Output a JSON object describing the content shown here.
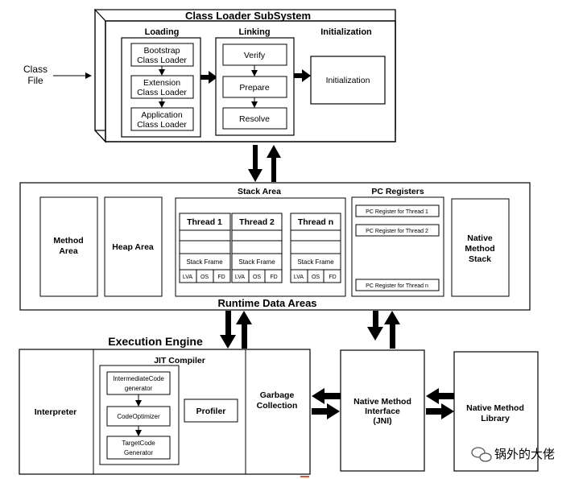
{
  "class_loader": {
    "title": "Class Loader SubSystem",
    "loading": "Loading",
    "linking": "Linking",
    "initialization_header": "Initialization",
    "bootstrap": [
      "Bootstrap",
      "Class Loader"
    ],
    "extension": [
      "Extension",
      "Class Loader"
    ],
    "application": [
      "Application",
      "Class Loader"
    ],
    "verify": "Verify",
    "prepare": "Prepare",
    "resolve": "Resolve",
    "initialization_box": "Initialization"
  },
  "class_file": [
    "Class",
    "File"
  ],
  "runtime": {
    "title": "Runtime Data Areas",
    "method_area": [
      "Method",
      "Area"
    ],
    "heap_area": "Heap Area",
    "stack_area": "Stack Area",
    "threads": [
      "Thread 1",
      "Thread 2",
      "Thread n"
    ],
    "stack_frame": "Stack Frame",
    "frame_parts": [
      "LVA",
      "OS",
      "FD"
    ],
    "pc_registers": "PC Registers",
    "pc_entries": [
      "PC Register for Thread 1",
      "PC Register for Thread 2",
      "PC Register for Thread n"
    ],
    "native_method_stack": [
      "Native",
      "Method",
      "Stack"
    ]
  },
  "execution": {
    "title": "Execution Engine",
    "interpreter": "Interpreter",
    "jit_compiler": "JIT Compiler",
    "intermediate": [
      "IntermediateCode",
      "generator"
    ],
    "optimizer": "CodeOptimizer",
    "target": [
      "TargetCode",
      "Generator"
    ],
    "profiler": "Profiler",
    "garbage_collection": [
      "Garbage",
      "Collection"
    ]
  },
  "native_interface": [
    "Native Method",
    "Interface",
    "(JNI)"
  ],
  "native_library": [
    "Native Method",
    "Library"
  ],
  "watermark": "锅外的大佬",
  "colors": {
    "line": "#000000",
    "fill": "#ffffff",
    "watermark": "#555555",
    "accent_mark": "#e8541e"
  },
  "icons": [
    "wechat-icon"
  ]
}
